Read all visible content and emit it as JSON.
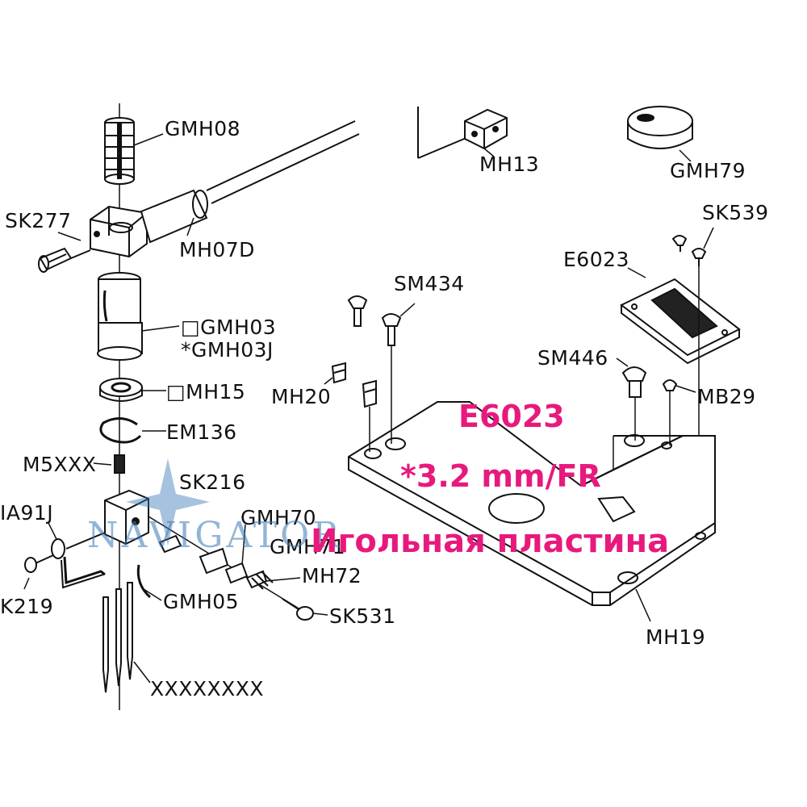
{
  "diagram": {
    "parts": {
      "gmh08": "GMH08",
      "mh13": "MH13",
      "gmh79": "GMH79",
      "sk277": "SK277",
      "mh07d": "MH07D",
      "sk539": "SK539",
      "e6023": "E6023",
      "sm434": "SM434",
      "gmh03": "□GMH03",
      "gmh03j": "*GMH03J",
      "sm446": "SM446",
      "mh15": "□MH15",
      "mh20": "MH20",
      "mb29": "MB29",
      "em136": "EM136",
      "m5xxx": "M5XXX",
      "sk216": "SK216",
      "ia91j": "IA91J",
      "gmh70": "GMH70",
      "gmh71": "GMH71",
      "mh72": "MH72",
      "k219": "K219",
      "gmh05": "GMH05",
      "sk531": "SK531",
      "mh19": "MH19",
      "xxxxxxxx": "XXXXXXXX"
    }
  },
  "overlay": {
    "code": "E6023",
    "spec": "*3.2 mm/FR",
    "name": "Игольная пластина",
    "color": "#e8197d"
  },
  "watermark": {
    "text": "NAVIGATOR",
    "color": "#3a78b5"
  },
  "colors": {
    "line": "#111111"
  }
}
